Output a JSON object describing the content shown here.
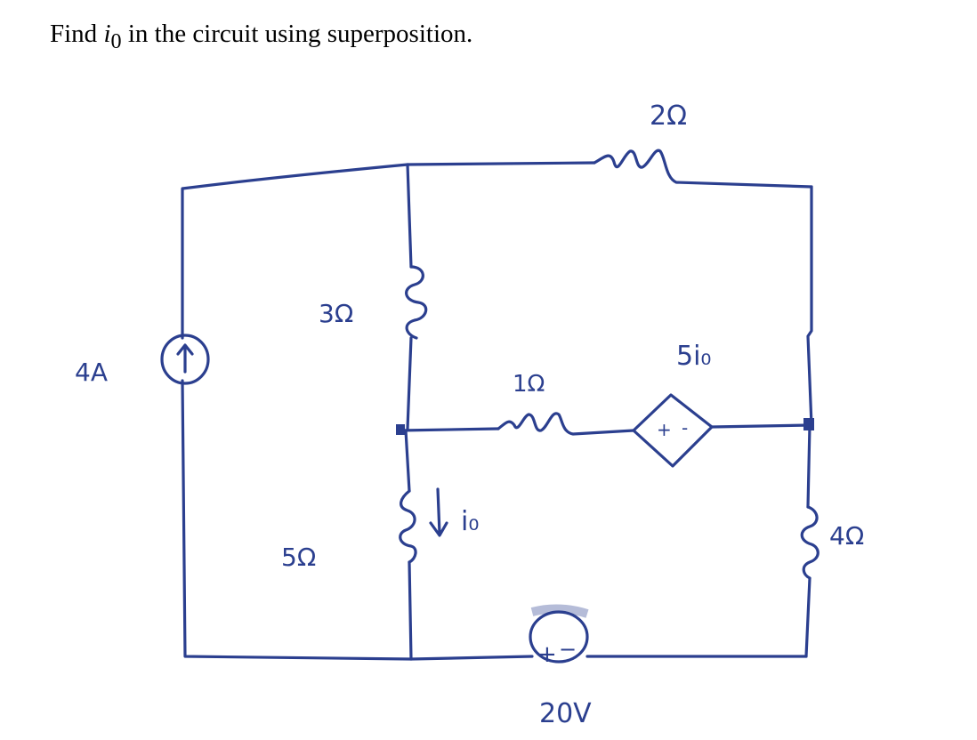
{
  "problem": {
    "prefix": "Find ",
    "variable": "i",
    "subscript": "0",
    "suffix": " in the circuit using superposition."
  },
  "labels": {
    "r_top": "2Ω",
    "r_3": "3Ω",
    "r_1": "1Ω",
    "r_5": "5Ω",
    "r_4": "4Ω",
    "current_source": "4A",
    "dependent_source": "5i₀",
    "io": "i₀",
    "voltage_source": "20V"
  },
  "colors": {
    "ink": "#2b3f8f",
    "text": "#000000",
    "background": "#ffffff"
  }
}
